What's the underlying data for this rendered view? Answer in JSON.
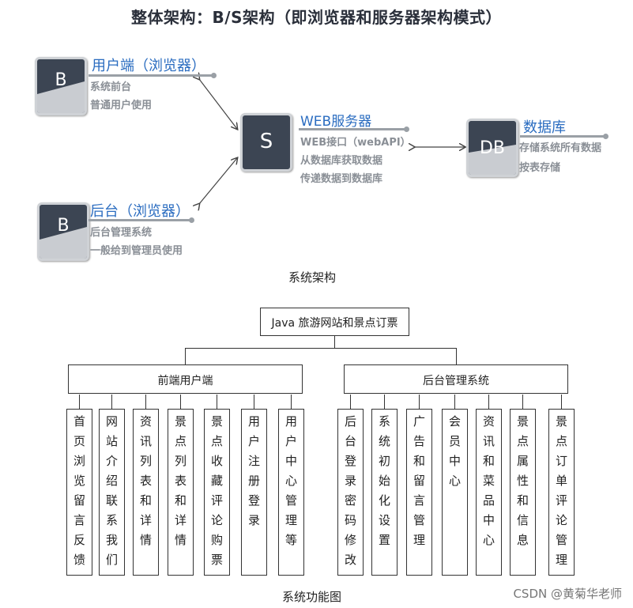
{
  "title": "整体架构：B/S架构（即浏览器和服务器架构模式）",
  "architecture": {
    "client": {
      "letter": "B",
      "title": "用户端（浏览器）",
      "lines": [
        "系统前台",
        "普通用户使用"
      ]
    },
    "admin": {
      "letter": "B",
      "title": "后台（浏览器）",
      "lines": [
        "后台管理系统",
        "一般给到管理员使用"
      ]
    },
    "server": {
      "letter": "S",
      "title": "WEB服务器",
      "lines": [
        "WEB接口（webAPI）",
        "从数据库获取数据",
        "传递数据到数据库"
      ]
    },
    "database": {
      "letter": "DB",
      "title": "数据库",
      "lines": [
        "存储系统所有数据",
        "按表存储"
      ]
    },
    "caption": "系统架构"
  },
  "function_tree": {
    "root": "Java 旅游网站和景点订票",
    "groups": [
      {
        "label": "前端用户端",
        "items": [
          "首页浏览留言反馈",
          "网站介绍联系我们",
          "资讯列表和详情",
          "景点列表和详情",
          "景点收藏评论购票",
          "用户注册登录",
          "用户中心管理等"
        ]
      },
      {
        "label": "后台管理系统",
        "items": [
          "后台登录密码修改",
          "系统初始化设置",
          "广告和留言管理",
          "会员中心",
          "资讯和菜品中心",
          "景点属性和信息",
          "景点订单评论管理"
        ]
      }
    ],
    "caption": "系统功能图"
  },
  "watermark": "CSDN @黄菊华老师"
}
